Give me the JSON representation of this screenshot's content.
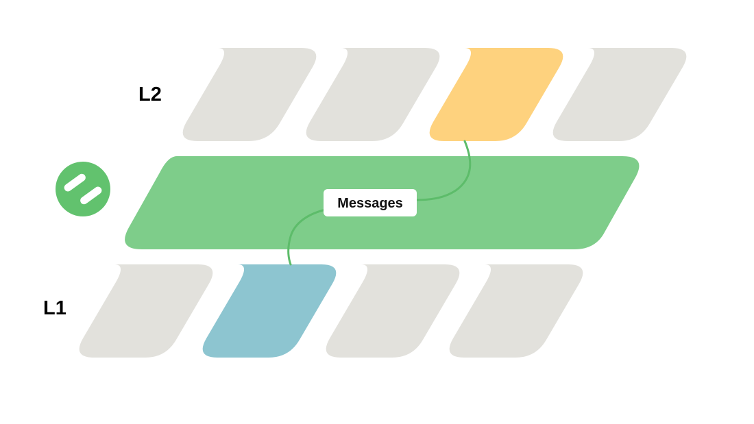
{
  "layers": {
    "top_label": "L2",
    "bottom_label": "L1"
  },
  "middle": {
    "label": "Messages"
  },
  "icons": {
    "logo": "percent-logo-icon"
  },
  "colors": {
    "tile_default": "#E2E1DC",
    "tile_highlight_top": "#FED27E",
    "tile_highlight_bottom": "#8DC5D0",
    "band": "#7ECD8A",
    "connector": "#5DBC6A",
    "logo_bg": "#62C26E"
  }
}
